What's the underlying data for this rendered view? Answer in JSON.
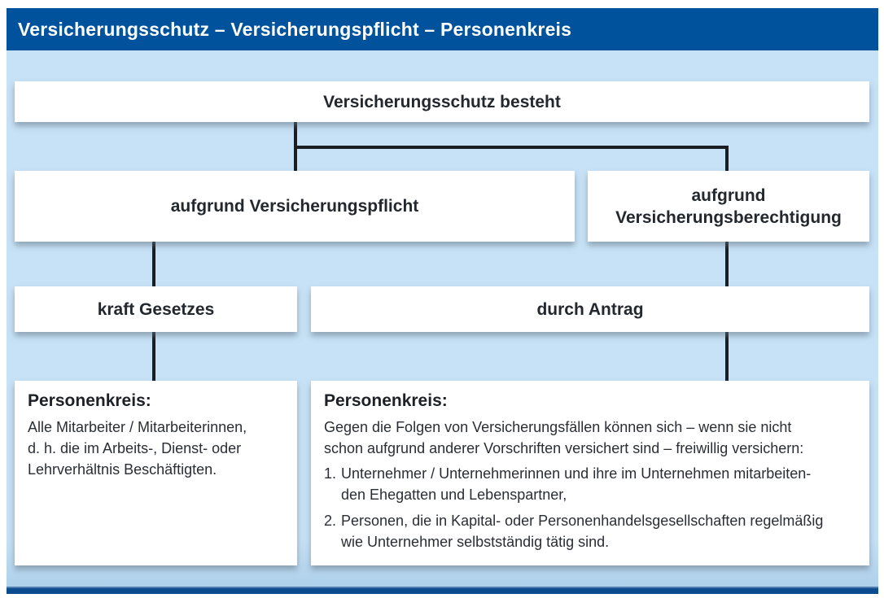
{
  "header": {
    "title": "Versicherungsschutz – Versicherungspflicht – Personenkreis"
  },
  "flowchart": {
    "root": {
      "label": "Versicherungsschutz besteht"
    },
    "branch_left": {
      "label": "aufgrund Versicherungspflicht"
    },
    "branch_right": {
      "label": "aufgrund\nVersicherungsberechtigung"
    },
    "sub_left": {
      "label": "kraft Gesetzes"
    },
    "sub_right": {
      "label": "durch Antrag"
    },
    "leaf_left": {
      "heading": "Personenkreis:",
      "body": "Alle Mitarbeiter / Mitarbeiterinnen,\nd. h. die im Arbeits-, Dienst- oder\nLehrverhältnis Beschäftigten."
    },
    "leaf_right": {
      "heading": "Personenkreis:",
      "intro": "Gegen die Folgen von Versicherungsfällen können sich – wenn sie nicht\nschon aufgrund anderer Vorschriften versichert sind – freiwillig versichern:",
      "items": [
        {
          "marker": "1.",
          "text": "Unternehmer / Unternehmerinnen und ihre im Unternehmen mitarbeiten-\nden Ehegatten und Lebenspartner,"
        },
        {
          "marker": "2.",
          "text": "Personen, die in Kapital- oder Personenhandelsgesellschaften regelmäßig\nwie Unternehmer selbstständig tätig sind."
        }
      ]
    }
  },
  "colors": {
    "header_bar": "#00529c",
    "title_text": "#ffffff",
    "background_panel": "#c7e2f6",
    "panel_gradient_bottom": "#aed0ea",
    "footer_bar": "#0b4c90",
    "footer_bar_highlight": "#4e7bab",
    "connector_line": "#1a1e23",
    "box_background": "#ffffff",
    "box_text": "#23282e"
  }
}
